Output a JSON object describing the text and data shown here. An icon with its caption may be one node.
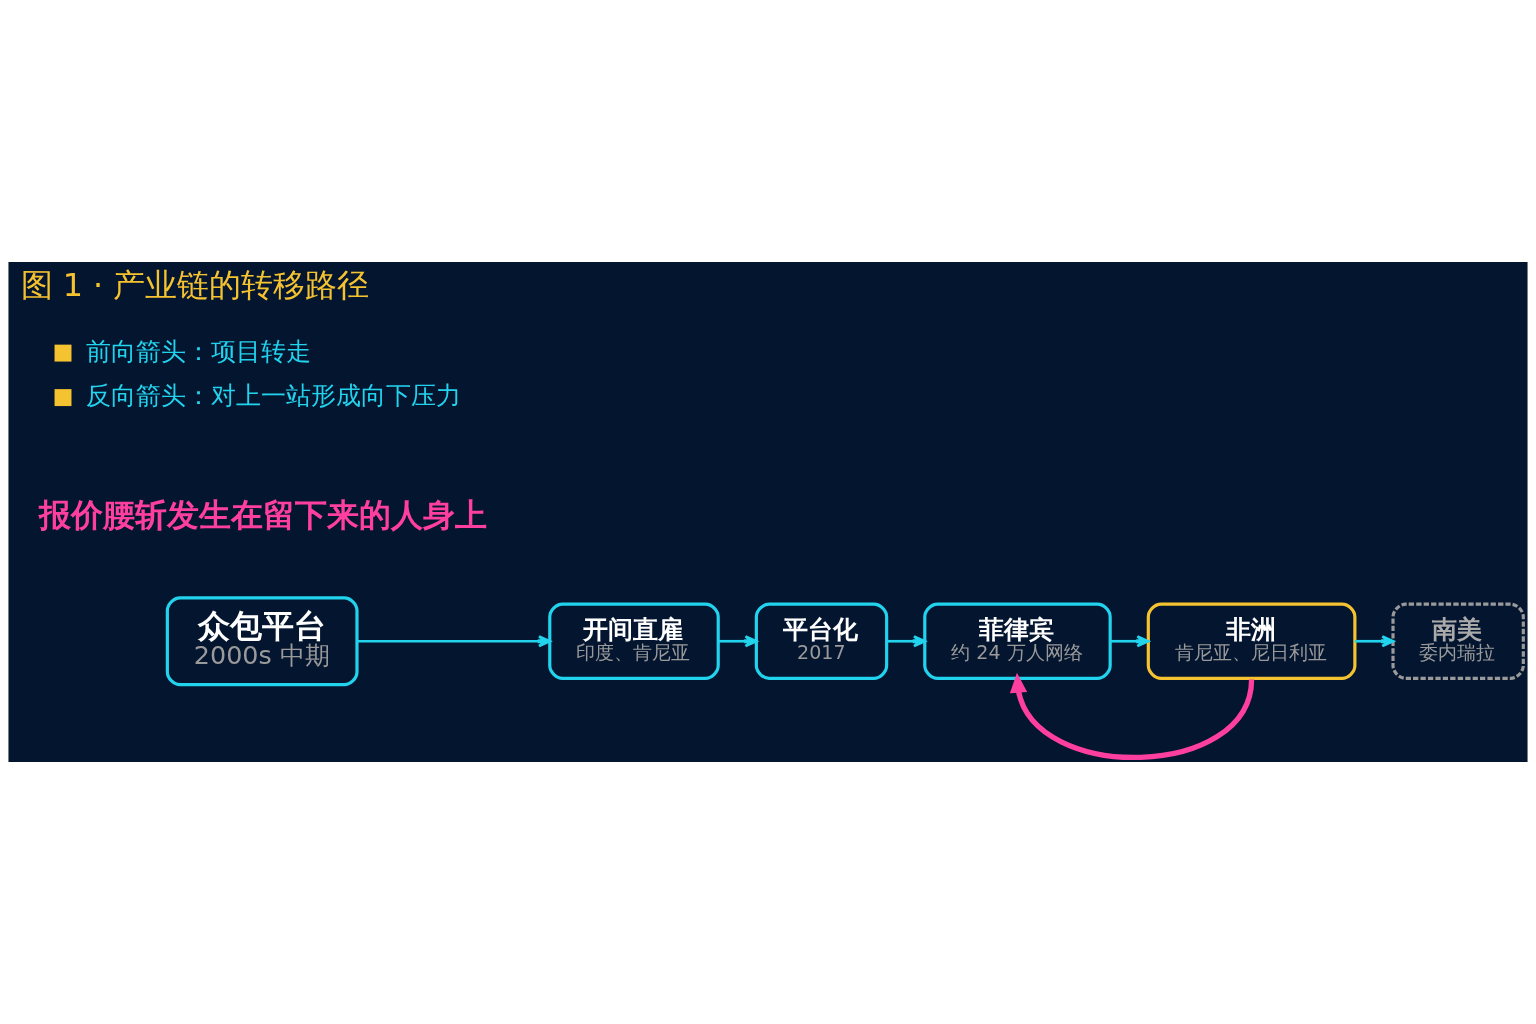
{
  "diagram": {
    "title": "图 1 · 产业链的转移路径",
    "nodes": [
      {
        "text": [
          "众包平台",
          "2000s 中期"
        ]
      },
      {
        "text": [
          "开间直雇",
          "印度、肯尼亚"
        ]
      },
      {
        "text": [
          "平台化",
          "2017"
        ]
      },
      {
        "text": [
          "菲律宾",
          "约 24 万人网络"
        ]
      },
      {
        "text": [
          "非洲",
          "肯尼亚、尼日利亚"
        ]
      },
      {
        "text": [
          "南美",
          "委内瑞拉"
        ]
      }
    ],
    "edges": [
      {
        "from": 0,
        "to": 1,
        "arrow": "to"
      },
      {
        "from": 1,
        "to": 2,
        "arrow": "to"
      },
      {
        "from": 2,
        "to": 3,
        "arrow": "to"
      },
      {
        "from": 3,
        "to": 4,
        "arrow": "to"
      },
      {
        "from": 4,
        "to": 5,
        "arrow": "to"
      },
      {
        "from": 4,
        "to": 3,
        "arrow": "to",
        "style": "thick",
        "color": "#ff3fa0"
      }
    ],
    "labels": [
      "报价腰斩发生在留下来的人身上"
    ],
    "legend": [
      {
        "text": "前向箭头：项目转走",
        "color": "#f5c230"
      },
      {
        "text": "反向箭头：对上一站形成向下压力",
        "color": "#f5c230"
      }
    ]
  }
}
